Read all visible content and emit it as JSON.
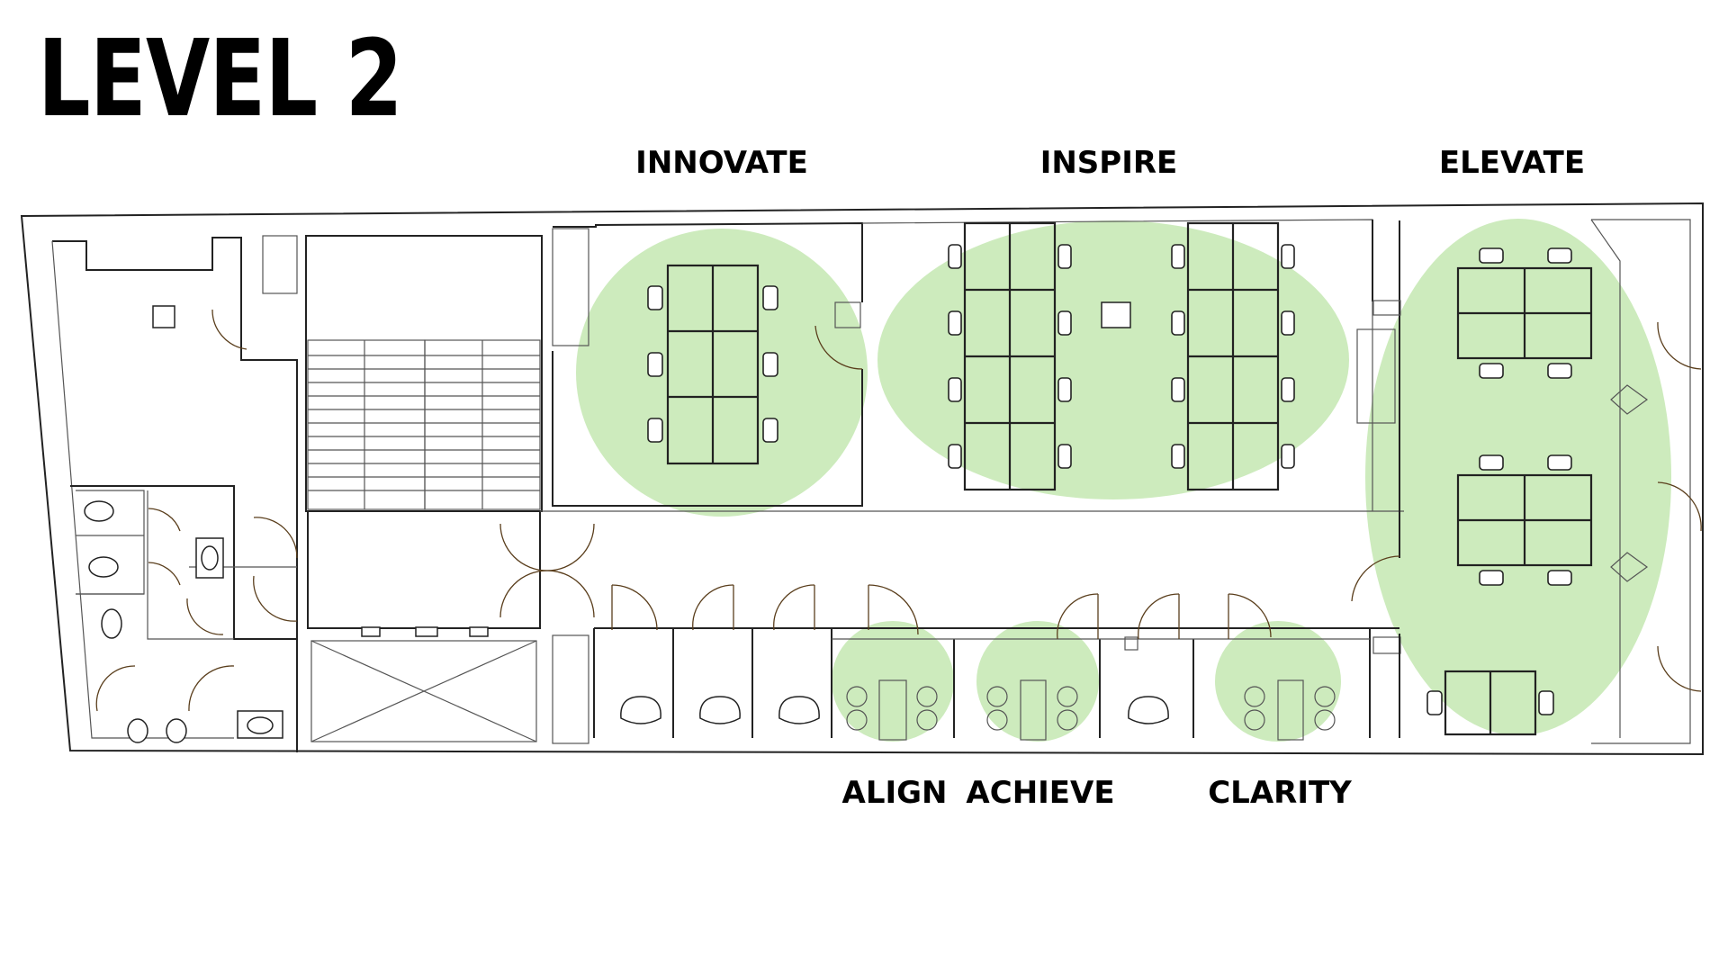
{
  "title": "LEVEL 2",
  "zones": {
    "innovate": "INNOVATE",
    "inspire": "INSPIRE",
    "elevate": "ELEVATE",
    "align": "ALIGN",
    "achieve": "ACHIEVE",
    "clarity": "CLARITY"
  },
  "colors": {
    "zone_fill": "#cdebbd",
    "wall": "#222222",
    "door_swing": "#5a3e1c",
    "title": "#000000"
  }
}
